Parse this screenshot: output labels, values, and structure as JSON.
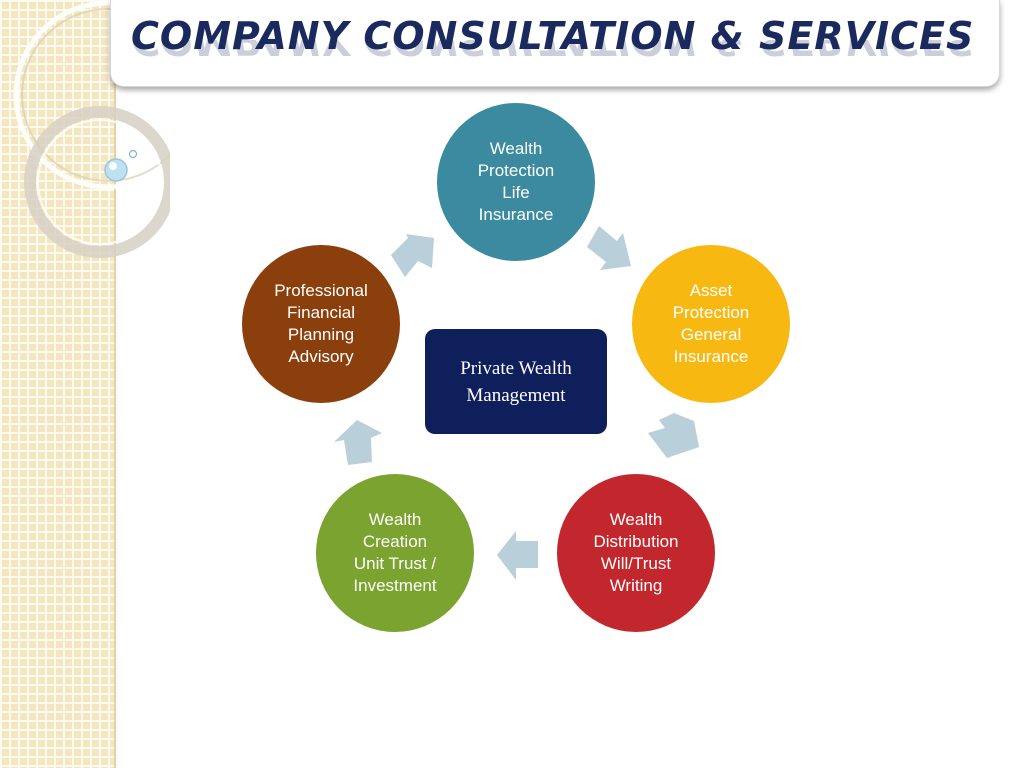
{
  "title": "COMPANY CONSULTATION  &  SERVICES",
  "colors": {
    "title": "#1b2a5e",
    "center": "#0f1f5c",
    "wealth_protection": "#3b8aa0",
    "asset_protection": "#f7b812",
    "wealth_distribution": "#c1272d",
    "wealth_creation": "#7ba32f",
    "financial_planning": "#8a3f0c",
    "arrows": "#b9cfda"
  },
  "diagram": {
    "center": "Private Wealth\nManagement",
    "nodes": [
      {
        "label": "Wealth\nProtection\nLife\nInsurance"
      },
      {
        "label": "Asset\nProtection\nGeneral\nInsurance"
      },
      {
        "label": "Wealth\nDistribution\nWill/Trust\nWriting"
      },
      {
        "label": "Wealth\nCreation\nUnit Trust /\nInvestment"
      },
      {
        "label": "Professional\nFinancial\nPlanning\nAdvisory"
      }
    ]
  }
}
